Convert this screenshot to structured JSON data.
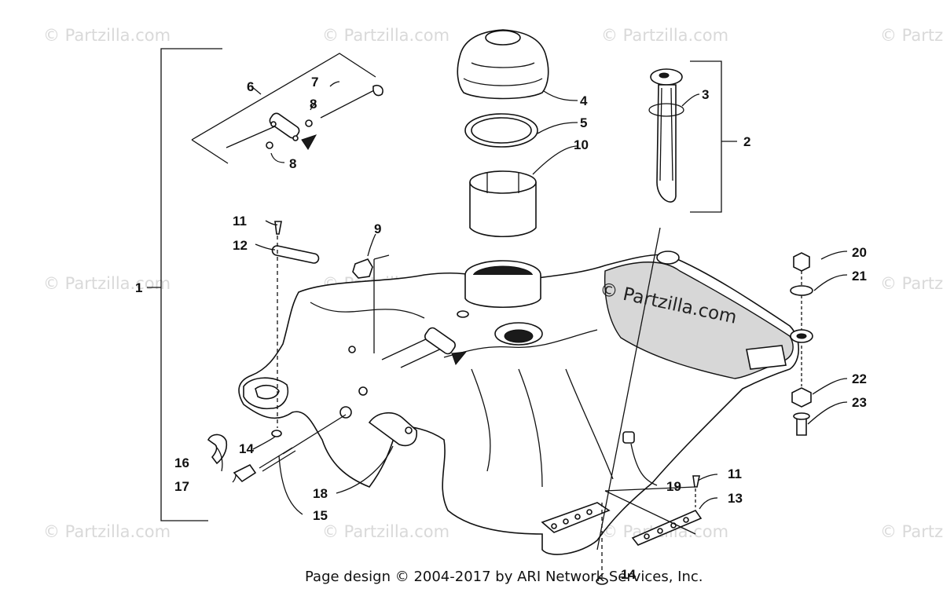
{
  "watermark": {
    "repeat_text": "© Partzilla.com",
    "main_text": "© Partzilla.com"
  },
  "footer": {
    "copyright": "Page design © 2004-2017 by ARI Network Services, Inc."
  },
  "callouts": {
    "c1": "1",
    "c2": "2",
    "c3": "3",
    "c4": "4",
    "c5": "5",
    "c6": "6",
    "c7": "7",
    "c8a": "8",
    "c8b": "8",
    "c9": "9",
    "c10": "10",
    "c11a": "11",
    "c11b": "11",
    "c12": "12",
    "c13": "13",
    "c14a": "14",
    "c14b": "14",
    "c15": "15",
    "c16": "16",
    "c17": "17",
    "c18": "18",
    "c19": "19",
    "c20": "20",
    "c21": "21",
    "c22": "22",
    "c23": "23"
  }
}
